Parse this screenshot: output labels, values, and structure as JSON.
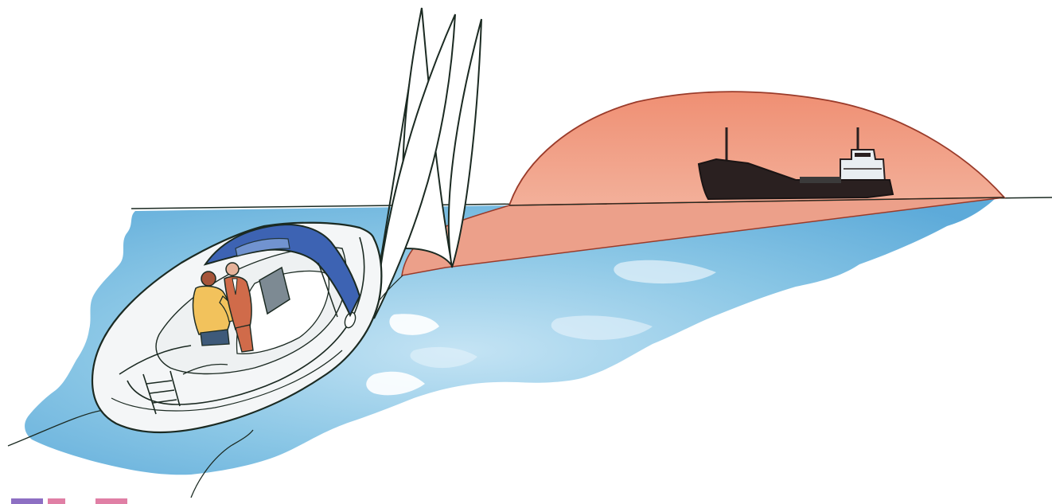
{
  "illustration": {
    "colors": {
      "background": "#ffffff",
      "water": "#7fc1e3",
      "water_dark": "#4fa3d6",
      "sector_fill": "#ec9a80",
      "sector_stroke": "#9a3b2a",
      "ship_hull": "#2a2020",
      "ship_superstructure": "#e9eef2",
      "hull_white": "#f4f6f7",
      "outline": "#1b2a22",
      "bimini_blue": "#3d63b3",
      "crew_yellow": "#f2c25c",
      "crew_red": "#d06b4a",
      "console_gray": "#7d8a93",
      "corner_mark_purple": "#8d6fc3",
      "corner_mark_pink": "#e07fa5"
    },
    "elements": [
      "horizon-line",
      "visibility-sector",
      "cargo-ship",
      "sea-water",
      "sailboat",
      "mainsail",
      "jib-sail",
      "mast",
      "bimini-top",
      "crew-members",
      "stern-ladder"
    ]
  }
}
